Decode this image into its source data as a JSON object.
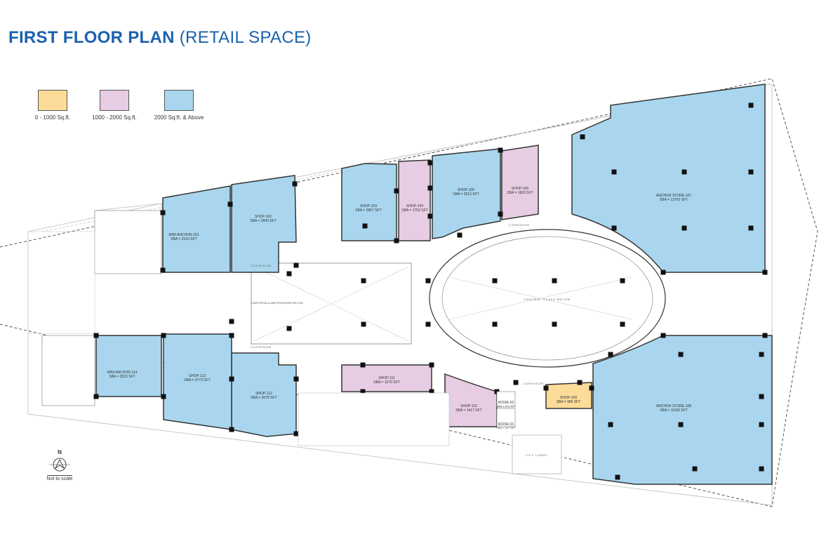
{
  "title": {
    "bold": "FIRST FLOOR PLAN",
    "regular": "(RETAIL SPACE)"
  },
  "legend": [
    {
      "label": "0 - 1000 Sq.ft.",
      "color": "#fcdc98"
    },
    {
      "label": "1000 - 2000 Sq.ft.",
      "color": "#e6cde3"
    },
    {
      "label": "2000 Sq.ft. & Above",
      "color": "#a9d6ee"
    }
  ],
  "shops": [
    {
      "name": "MINI ANCHOR-101",
      "sba": "SBA = 3103 SFT",
      "category": 2
    },
    {
      "name": "SHOP-102",
      "sba": "SBA = 2840 SFT",
      "category": 2
    },
    {
      "name": "SHOP-103",
      "sba": "SBA = 2867 SFT",
      "category": 2
    },
    {
      "name": "SHOP-104",
      "sba": "SBA = 1752 SFT",
      "category": 1
    },
    {
      "name": "SHOP-105",
      "sba": "SBA = 3513 SFT",
      "category": 2
    },
    {
      "name": "SHOP-106",
      "sba": "SBA = 1663 SFT",
      "category": 1
    },
    {
      "name": "ANCHOR STORE-107",
      "sba": "SBA = 13752 SFT",
      "category": 2
    },
    {
      "name": "ANCHOR STORE-108",
      "sba": "SBA = 11190 SFT",
      "category": 2
    },
    {
      "name": "SHOP-109",
      "sba": "SBA = 980 SFT",
      "category": 0
    },
    {
      "name": "SHOP-110",
      "sba": "SBA = 1417 SFT",
      "category": 1
    },
    {
      "name": "SHOP-111",
      "sba": "SBA = 1570 SFT",
      "category": 1
    },
    {
      "name": "SHOP-112",
      "sba": "SBA = 3078 SFT",
      "category": 2
    },
    {
      "name": "SHOP-113",
      "sba": "SBA = 3773 SFT",
      "category": 2
    },
    {
      "name": "MINI ANCHOR-114",
      "sba": "SBA = 2523 SFT",
      "category": 2
    }
  ],
  "kiosks": [
    {
      "name": "KIOSK-02",
      "sba": "SBA = 221 SFT"
    },
    {
      "name": "KIOSK-01",
      "sba": "SBA = 247 SFT"
    }
  ],
  "areas": {
    "central_plaza": "CENTRAL PLAZA BELOW",
    "cafeteria": "CAFETERIA & AMPHITHEATER BELOW",
    "corridor": "CORRIDOR",
    "lift_lobby": "LIFT LOBBY"
  },
  "compass": {
    "north": "N",
    "note": "Not to scale"
  }
}
